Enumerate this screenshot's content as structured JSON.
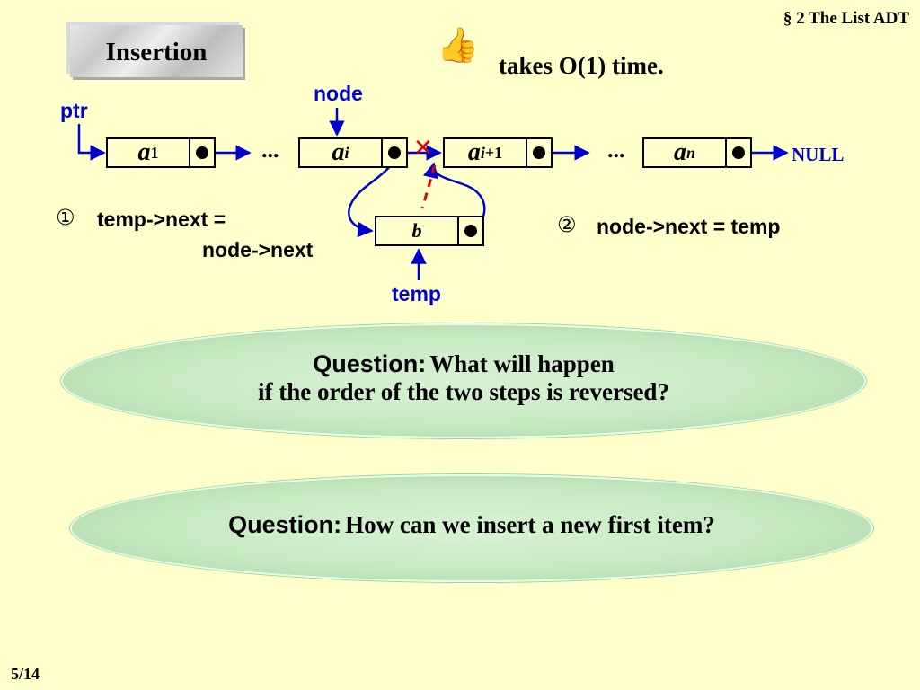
{
  "header": {
    "section": "§ 2  The List ADT"
  },
  "title": {
    "text": "Insertion"
  },
  "note": {
    "icon": "thumbs-up-icon",
    "text": "takes O(1) time."
  },
  "diagram": {
    "labels": {
      "ptr": "ptr",
      "node": "node",
      "temp": "temp",
      "null": "NULL"
    },
    "nodes": [
      {
        "base": "a",
        "sub": "1"
      },
      {
        "base": "a",
        "sub": "i"
      },
      {
        "base": "a",
        "sub_var": "i",
        "sub_rest": "+1"
      },
      {
        "base": "a",
        "sub": "n"
      },
      {
        "base": "b"
      }
    ],
    "ellipsis": "...",
    "cross_mark": "✕",
    "step1": {
      "marker": "①",
      "line1": "temp->next =",
      "line2": "node->next"
    },
    "step2": {
      "marker": "②",
      "text": "node->next = temp"
    }
  },
  "question1": {
    "label": "Question:",
    "line1": "What will happen",
    "line2": "if the order of the two steps is reversed?"
  },
  "question2": {
    "label": "Question:",
    "text": "How can we insert a new first item?"
  },
  "footer": {
    "page": "5/14"
  },
  "colors": {
    "background": "#FFFFCC",
    "blue": "#0000CC",
    "red": "#DD0000",
    "ellipse": "#C7E9C2"
  }
}
